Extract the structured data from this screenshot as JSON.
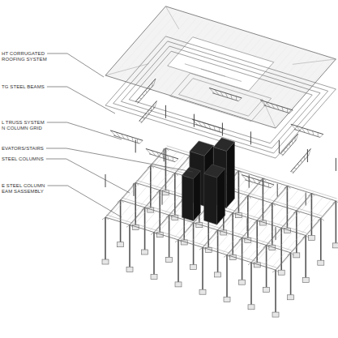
{
  "diagram": {
    "labels": [
      "HT CORRUGATED ROOFING SYSTEM",
      "TG STEEL BEAMS",
      "L TRUSS SYSTEM N COLUMN GRID",
      "EVATORS/STAIRS",
      "STEEL COLUMNS",
      "E STEEL COLUMN EAM SASSEMBLY"
    ]
  }
}
